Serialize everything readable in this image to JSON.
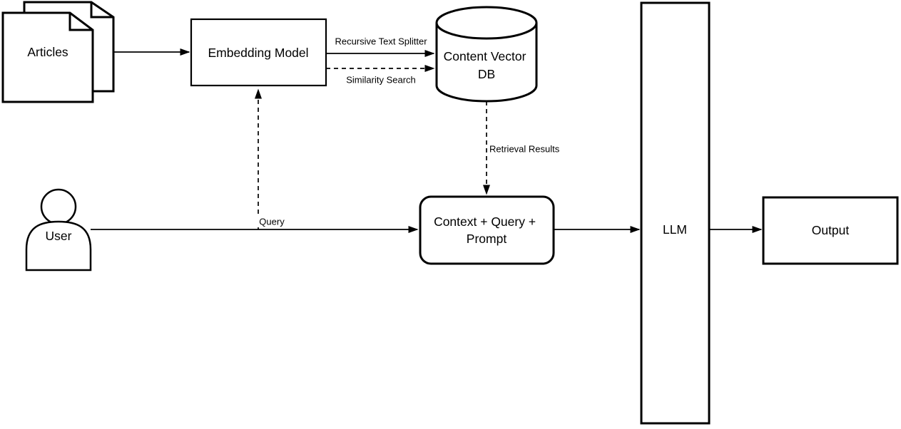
{
  "diagram": {
    "type": "flowchart",
    "subject": "RAG pipeline",
    "theme": {
      "stroke_color": "#000000",
      "background_color": "#ffffff",
      "text_color": "#000000"
    },
    "nodes": {
      "articles": {
        "label": "Articles",
        "shape": "stacked-documents"
      },
      "embedding_model": {
        "label": "Embedding Model",
        "shape": "rectangle"
      },
      "content_vector_db": {
        "lines": [
          "Content Vector",
          "DB"
        ],
        "shape": "database-cylinder"
      },
      "user": {
        "label": "User",
        "shape": "person"
      },
      "context_query_prompt": {
        "lines": [
          "Context + Query +",
          "Prompt"
        ],
        "shape": "rounded-rectangle"
      },
      "llm": {
        "label": "LLM",
        "shape": "tall-rectangle"
      },
      "output": {
        "label": "Output",
        "shape": "rectangle"
      }
    },
    "edges": [
      {
        "from": "articles",
        "to": "embedding_model",
        "style": "solid",
        "label": ""
      },
      {
        "from": "embedding_model",
        "to": "content_vector_db",
        "style": "solid",
        "label": "Recursive Text Splitter"
      },
      {
        "from": "embedding_model",
        "to": "content_vector_db",
        "style": "dashed",
        "label": "Similarity Search"
      },
      {
        "from": "content_vector_db",
        "to": "context_query_prompt",
        "style": "dashed",
        "label": "Retrieval Results"
      },
      {
        "from": "user",
        "to": "context_query_prompt",
        "style": "solid",
        "label": "Query"
      },
      {
        "from": "query_line",
        "to": "embedding_model",
        "style": "dashed",
        "label": ""
      },
      {
        "from": "context_query_prompt",
        "to": "llm",
        "style": "solid",
        "label": ""
      },
      {
        "from": "llm",
        "to": "output",
        "style": "solid",
        "label": ""
      }
    ]
  }
}
